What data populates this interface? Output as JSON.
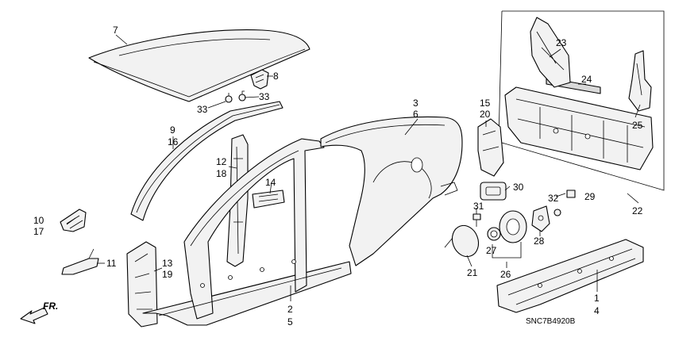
{
  "labels": {
    "p1": "1",
    "p2": "2",
    "p3": "3",
    "p4": "4",
    "p5": "5",
    "p6": "6",
    "p7": "7",
    "p8": "8",
    "p9": "9",
    "p10": "10",
    "p11": "11",
    "p12": "12",
    "p13": "13",
    "p14": "14",
    "p15": "15",
    "p16": "16",
    "p17": "17",
    "p18": "18",
    "p19": "19",
    "p20": "20",
    "p21": "21",
    "p22": "22",
    "p23": "23",
    "p24": "24",
    "p25": "25",
    "p26": "26",
    "p27": "27",
    "p28": "28",
    "p29": "29",
    "p30": "30",
    "p31": "31",
    "p32": "32",
    "p33a": "33",
    "p33b": "33"
  },
  "direction": "FR.",
  "diagram_code": "SNC7B4920B"
}
